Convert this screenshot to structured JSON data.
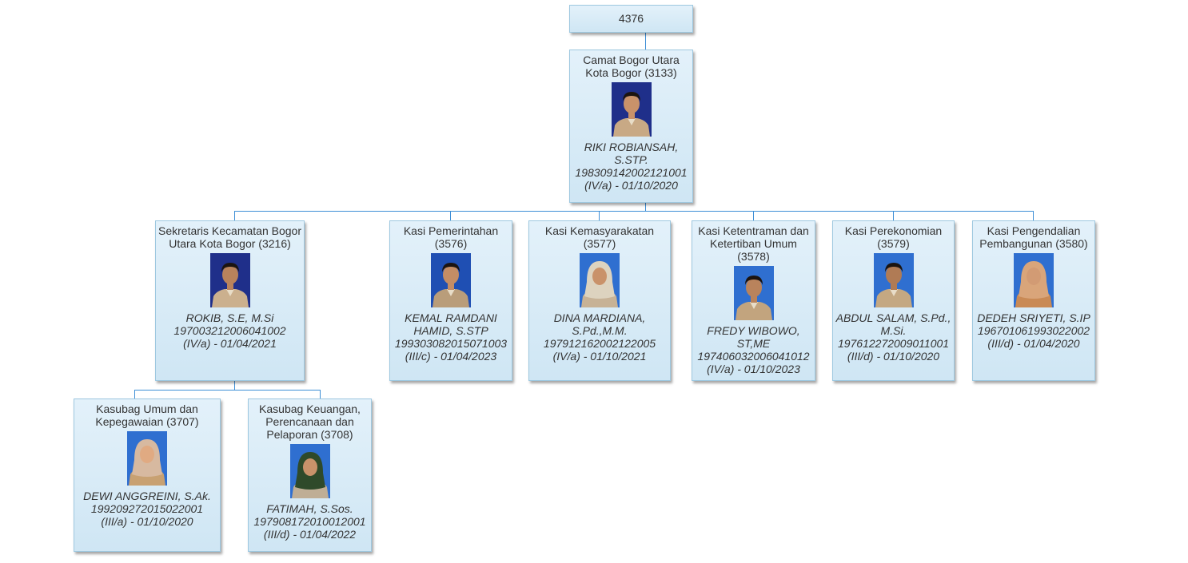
{
  "root": {
    "label": "4376"
  },
  "nodes": [
    {
      "id": "camat",
      "title": "Camat Bogor Utara Kota Bogor (3133)",
      "name": "RIKI ROBIANSAH, S.STP.",
      "nip": "198309142002121001",
      "rank": "(IV/a) - 01/10/2020",
      "photo": {
        "bg": "#1f2f8a",
        "skin": "#c9926a",
        "hair": "#1c1410",
        "shirt": "#c8a985",
        "hijab": ""
      }
    },
    {
      "id": "sekcam",
      "title": "Sekretaris Kecamatan Bogor Utara Kota Bogor (3216)",
      "name": "ROKIB, S.E, M.Si",
      "nip": "197003212006041002",
      "rank": "(IV/a) - 01/04/2021",
      "photo": {
        "bg": "#1f2f8a",
        "skin": "#b9835c",
        "hair": "#1c1410",
        "shirt": "#cbb08e",
        "hijab": ""
      }
    },
    {
      "id": "pemerintahan",
      "title": "Kasi Pemerintahan (3576)",
      "name": "KEMAL RAMDANI HAMID, S.STP",
      "nip": "199303082015071003",
      "rank": "(III/c) - 01/04/2023",
      "photo": {
        "bg": "#1f4fb3",
        "skin": "#c48d65",
        "hair": "#1c1410",
        "shirt": "#b99d7a",
        "hijab": ""
      }
    },
    {
      "id": "kemasyarakatan",
      "title": "Kasi Kemasyarakatan (3577)",
      "name": "DINA MARDIANA, S.Pd.,M.M.",
      "nip": "197912162002122005",
      "rank": "(IV/a) - 01/10/2021",
      "photo": {
        "bg": "#2f6fd0",
        "skin": "#c9926a",
        "hair": "",
        "shirt": "#c7b296",
        "hijab": "#ddd3bf"
      }
    },
    {
      "id": "ketentraman",
      "title": "Kasi Ketentraman dan Ketertiban Umum (3578)",
      "name": "FREDY WIBOWO, ST,ME",
      "nip": "197406032006041012",
      "rank": "(IV/a) - 01/10/2023",
      "photo": {
        "bg": "#2f6fd0",
        "skin": "#b9835c",
        "hair": "#1c1410",
        "shirt": "#c2a47e",
        "hijab": ""
      }
    },
    {
      "id": "perekonomian",
      "title": "Kasi Perekonomian (3579)",
      "name": "ABDUL SALAM, S.Pd., M.Si.",
      "nip": "197612272009011001",
      "rank": "(III/d) - 01/10/2020",
      "photo": {
        "bg": "#2f6fd0",
        "skin": "#b07b55",
        "hair": "#1c1410",
        "shirt": "#c4a882",
        "hijab": ""
      }
    },
    {
      "id": "pengendalian",
      "title": "Kasi Pengendalian Pembangunan (3580)",
      "name": "DEDEH SRIYETI, S.IP",
      "nip": "196701061993022002",
      "rank": "(III/d) - 01/04/2020",
      "photo": {
        "bg": "#2f6fd0",
        "skin": "#d29b74",
        "hair": "",
        "shirt": "#c98a55",
        "hijab": "#d9a57a"
      }
    },
    {
      "id": "umum",
      "title": "Kasubag Umum dan Kepegawaian (3707)",
      "name": "DEWI ANGGREINI, S.Ak.",
      "nip": "199209272015022001",
      "rank": "(III/a) - 01/10/2020",
      "photo": {
        "bg": "#2f6fd0",
        "skin": "#e0aa82",
        "hair": "",
        "shirt": "#c8a172",
        "hijab": "#d7b9a0"
      }
    },
    {
      "id": "keuangan",
      "title": "Kasubag Keuangan, Perencanaan dan Pelaporan (3708)",
      "name": "FATIMAH, S.Sos.",
      "nip": "197908172010012001",
      "rank": "(III/d) - 01/04/2022",
      "photo": {
        "bg": "#2f6fd0",
        "skin": "#c9926a",
        "hair": "",
        "shirt": "#bfae95",
        "hijab": "#2f4a2a"
      }
    }
  ]
}
